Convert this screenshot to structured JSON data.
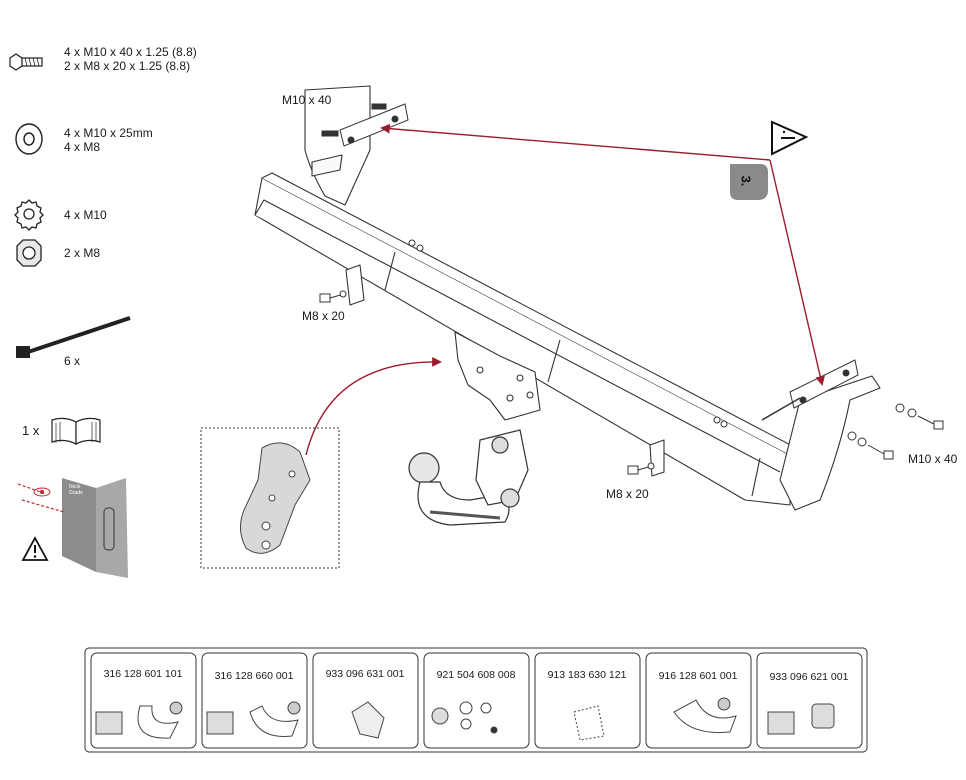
{
  "parts_list": {
    "bolts": [
      "4 x M10 x 40 x 1.25 (8.8)",
      "2 x M8 x 20 x 1.25 (8.8)"
    ],
    "washers": [
      "4 x M10 x 25mm",
      "4 x M8"
    ],
    "lock_washers": "4 x M10",
    "nuts": "2 x M8",
    "cable_ties": "6 x",
    "manual": "1 x"
  },
  "diagram": {
    "label_m10_top": "M10 x 40",
    "label_m8_left": "M8 x 20",
    "label_m8_right": "M8 x 20",
    "label_m10_right": "M10 x 40",
    "step_badge": "3.",
    "caution_card_text": [
      "Neck",
      "Grade"
    ]
  },
  "part_numbers": [
    "316 128 601 101",
    "316 128 660 001",
    "933 096 631 001",
    "921 504 608 008",
    "913 183 630 121",
    "916 128 601 001",
    "933 096 621 001"
  ],
  "colors": {
    "arrow": "#9b1c2e",
    "line": "#333333",
    "badge": "#8a8a8a"
  }
}
